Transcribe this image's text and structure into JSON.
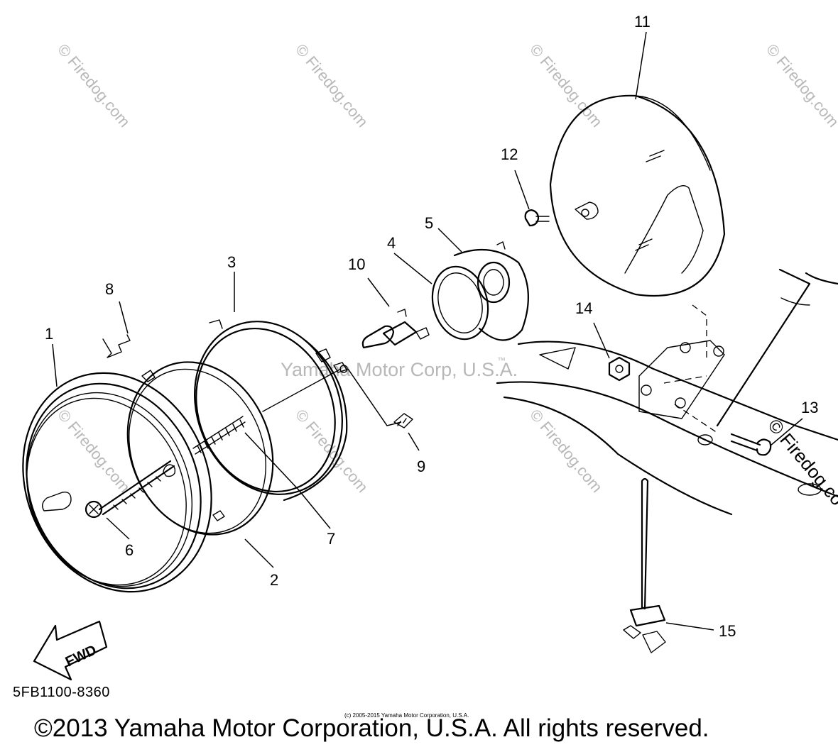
{
  "callouts": [
    {
      "id": "1",
      "label": "1"
    },
    {
      "id": "2",
      "label": "2"
    },
    {
      "id": "3",
      "label": "3"
    },
    {
      "id": "4",
      "label": "4"
    },
    {
      "id": "5",
      "label": "5"
    },
    {
      "id": "6",
      "label": "6"
    },
    {
      "id": "7",
      "label": "7"
    },
    {
      "id": "8",
      "label": "8"
    },
    {
      "id": "9",
      "label": "9"
    },
    {
      "id": "10",
      "label": "10"
    },
    {
      "id": "11",
      "label": "11"
    },
    {
      "id": "12",
      "label": "12"
    },
    {
      "id": "13",
      "label": "13"
    },
    {
      "id": "14",
      "label": "14"
    },
    {
      "id": "15",
      "label": "15"
    }
  ],
  "watermark": {
    "firedog": "© Firedog.com",
    "center": "Yamaha Motor Corp, U.S.A.",
    "tm": "™",
    "edge": "© Firedog.co"
  },
  "fwd_label": "FWD",
  "part_code": "5FB1100-8360",
  "small_notice": "(c) 2005-2015 Yamaha Motor Corporation, U.S.A.",
  "copyright": "©2013 Yamaha Motor Corporation, U.S.A. All rights reserved."
}
